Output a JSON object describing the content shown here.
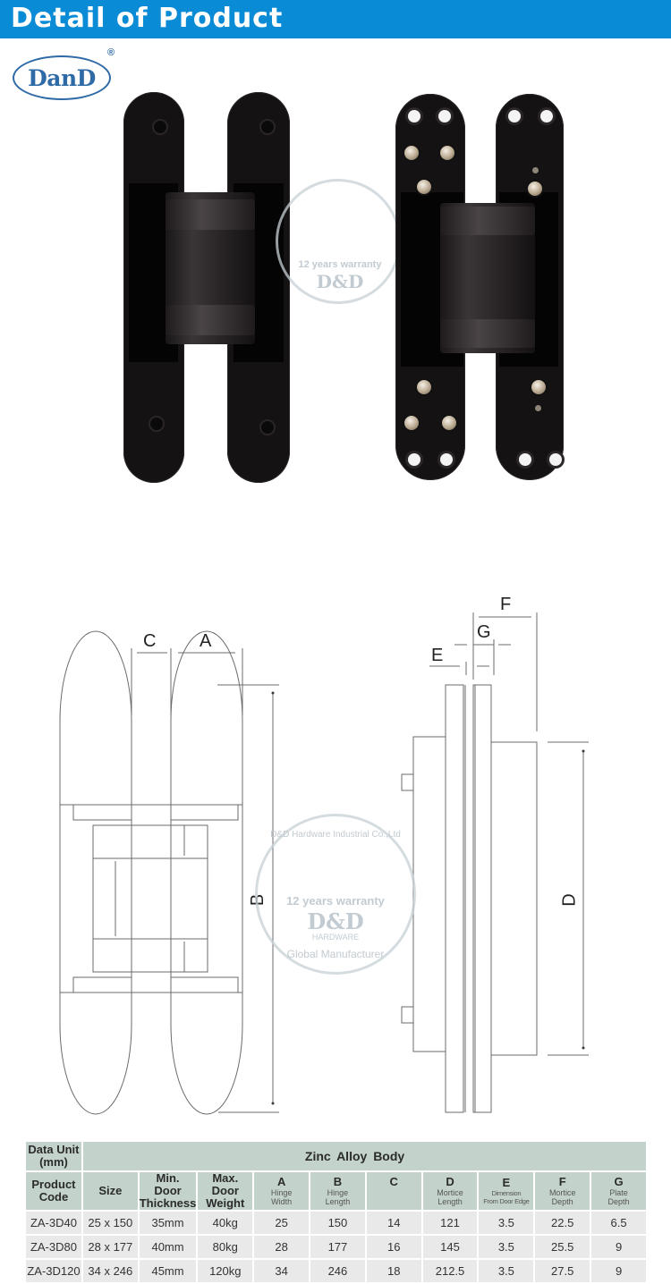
{
  "header": {
    "title": "Detail of Product",
    "background_color": "#0a8bd6"
  },
  "brand": {
    "logo_text": "DanD",
    "registered_mark": "®",
    "color": "#2e6aa6"
  },
  "watermark": {
    "arc_top": "D&D Hardware Industrial Co.,Ltd",
    "warranty": "12 years warranty",
    "brand": "D&D",
    "sub": "HARDWARE",
    "arc_bottom": "Global Manufacturer"
  },
  "drawing": {
    "front_view_labels": {
      "c": "C",
      "a": "A",
      "b": "B"
    },
    "side_view_labels": {
      "f": "F",
      "g": "G",
      "e": "E",
      "d": "D"
    }
  },
  "table": {
    "unit_label": "Data Unit (mm)",
    "unit_line1": "Data Unit",
    "unit_line2": "(mm)",
    "material": "Zinc  Alloy  Body",
    "header_color": "#c3d3cb",
    "row_color": "#e9e9e9",
    "columns": [
      {
        "key": "code",
        "line1": "Product",
        "line2": "Code"
      },
      {
        "key": "size",
        "label": "Size"
      },
      {
        "key": "min_thickness",
        "line1": "Min.",
        "line2": "Door",
        "line3": "Thickness"
      },
      {
        "key": "max_weight",
        "line1": "Max.",
        "line2": "Door",
        "line3": "Weight"
      },
      {
        "key": "a",
        "letter": "A",
        "sub1": "Hinge",
        "sub2": "Width"
      },
      {
        "key": "b",
        "letter": "B",
        "sub1": "Hinge",
        "sub2": "Length"
      },
      {
        "key": "c",
        "letter": "C"
      },
      {
        "key": "d",
        "letter": "D",
        "sub1": "Mortice",
        "sub2": "Length"
      },
      {
        "key": "e",
        "letter": "E",
        "sub1": "Dimension",
        "sub2": "From Door Edge"
      },
      {
        "key": "f",
        "letter": "F",
        "sub1": "Mortice",
        "sub2": "Depth"
      },
      {
        "key": "g",
        "letter": "G",
        "sub1": "Plate",
        "sub2": "Depth"
      }
    ],
    "rows": [
      {
        "code": "ZA-3D40",
        "size": "25 x 150",
        "min_thickness": "35mm",
        "max_weight": "40kg",
        "a": "25",
        "b": "150",
        "c": "14",
        "d": "121",
        "e": "3.5",
        "f": "22.5",
        "g": "6.5"
      },
      {
        "code": "ZA-3D80",
        "size": "28 x 177",
        "min_thickness": "40mm",
        "max_weight": "80kg",
        "a": "28",
        "b": "177",
        "c": "16",
        "d": "145",
        "e": "3.5",
        "f": "25.5",
        "g": "9"
      },
      {
        "code": "ZA-3D120",
        "size": "34 x 246",
        "min_thickness": "45mm",
        "max_weight": "120kg",
        "a": "34",
        "b": "246",
        "c": "18",
        "d": "212.5",
        "e": "3.5",
        "f": "27.5",
        "g": "9"
      }
    ]
  }
}
